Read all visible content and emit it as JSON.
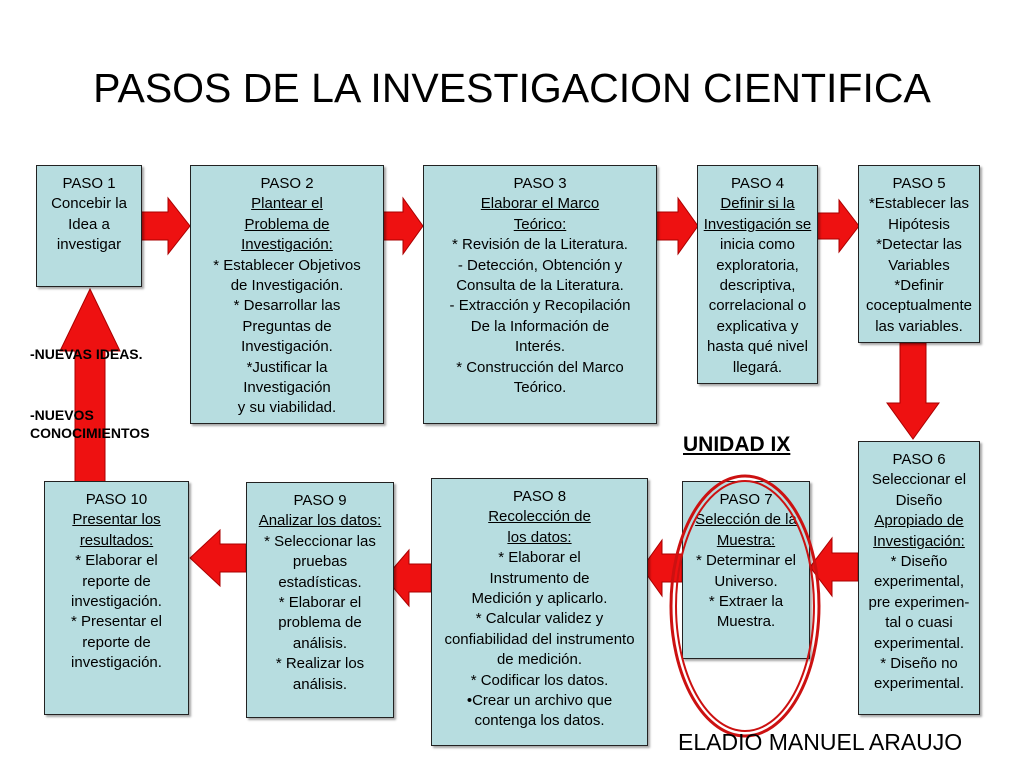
{
  "title": "PASOS DE LA INVESTIGACION CIENTIFICA",
  "unit_label": "UNIDAD IX",
  "author": "ELADIO MANUEL ARAUJO",
  "side_notes": [
    "-NUEVAS IDEAS.",
    "-NUEVOS CONOCIMIENTOS"
  ],
  "colors": {
    "box_fill": "#b7dde0",
    "arrow_red": "#ee1111",
    "ring_red": "#cc1111"
  },
  "steps": [
    {
      "id": "paso-1",
      "lines": [
        "PASO 1",
        "Concebir la",
        "Idea a",
        "investigar"
      ]
    },
    {
      "id": "paso-2",
      "lines": [
        "PASO 2",
        "Plantear el",
        "Problema de",
        "Investigación:",
        "* Establecer Objetivos",
        "de Investigación.",
        "* Desarrollar las",
        "Preguntas de",
        "Investigación.",
        "*Justificar la",
        "Investigación",
        "y su viabilidad."
      ]
    },
    {
      "id": "paso-3",
      "lines": [
        "PASO 3",
        "Elaborar el Marco",
        "Teórico:",
        "* Revisión de la Literatura.",
        "- Detección,  Obtención y",
        "Consulta de la Literatura.",
        "- Extracción y Recopilación",
        "De la Información de",
        "Interés.",
        "* Construcción del Marco",
        "Teórico."
      ]
    },
    {
      "id": "paso-4",
      "lines": [
        "PASO 4",
        "Definir si la",
        "Investigación se",
        "inicia como",
        "exploratoria,",
        "descriptiva,",
        "correlacional o",
        "explicativa y",
        "hasta qué nivel",
        "llegará."
      ]
    },
    {
      "id": "paso-5",
      "lines": [
        "PASO 5",
        "*Establecer las",
        "Hipótesis",
        "*Detectar las",
        "Variables",
        "*Definir",
        "coceptualmente",
        "las variables."
      ]
    },
    {
      "id": "paso-6",
      "lines": [
        "PASO 6",
        "Seleccionar el",
        "Diseño",
        "Apropiado de",
        "Investigación:",
        "* Diseño",
        "experimental,",
        "pre experimen-",
        "tal o cuasi",
        "experimental.",
        "* Diseño no",
        "experimental."
      ]
    },
    {
      "id": "paso-7",
      "lines": [
        "PASO 7",
        "Selección de la",
        "Muestra:",
        "* Determinar el",
        "Universo.",
        "* Extraer la",
        "Muestra."
      ]
    },
    {
      "id": "paso-8",
      "lines": [
        "PASO 8",
        "Recolección de",
        "los datos:",
        "* Elaborar el",
        "Instrumento de",
        "Medición y aplicarlo.",
        "* Calcular validez y",
        "confiabilidad del instrumento",
        "de medición.",
        "* Codificar los datos.",
        "•Crear un archivo que",
        "contenga los datos."
      ]
    },
    {
      "id": "paso-9",
      "lines": [
        "PASO 9",
        "Analizar los datos:",
        "* Seleccionar las",
        "pruebas",
        "estadísticas.",
        "* Elaborar el",
        "problema de",
        "análisis.",
        "* Realizar los",
        "análisis."
      ]
    },
    {
      "id": "paso-10",
      "lines": [
        "PASO 10",
        "Presentar los",
        "resultados:",
        "* Elaborar el",
        "reporte de",
        "investigación.",
        "* Presentar el",
        "reporte de",
        "investigación."
      ]
    }
  ]
}
